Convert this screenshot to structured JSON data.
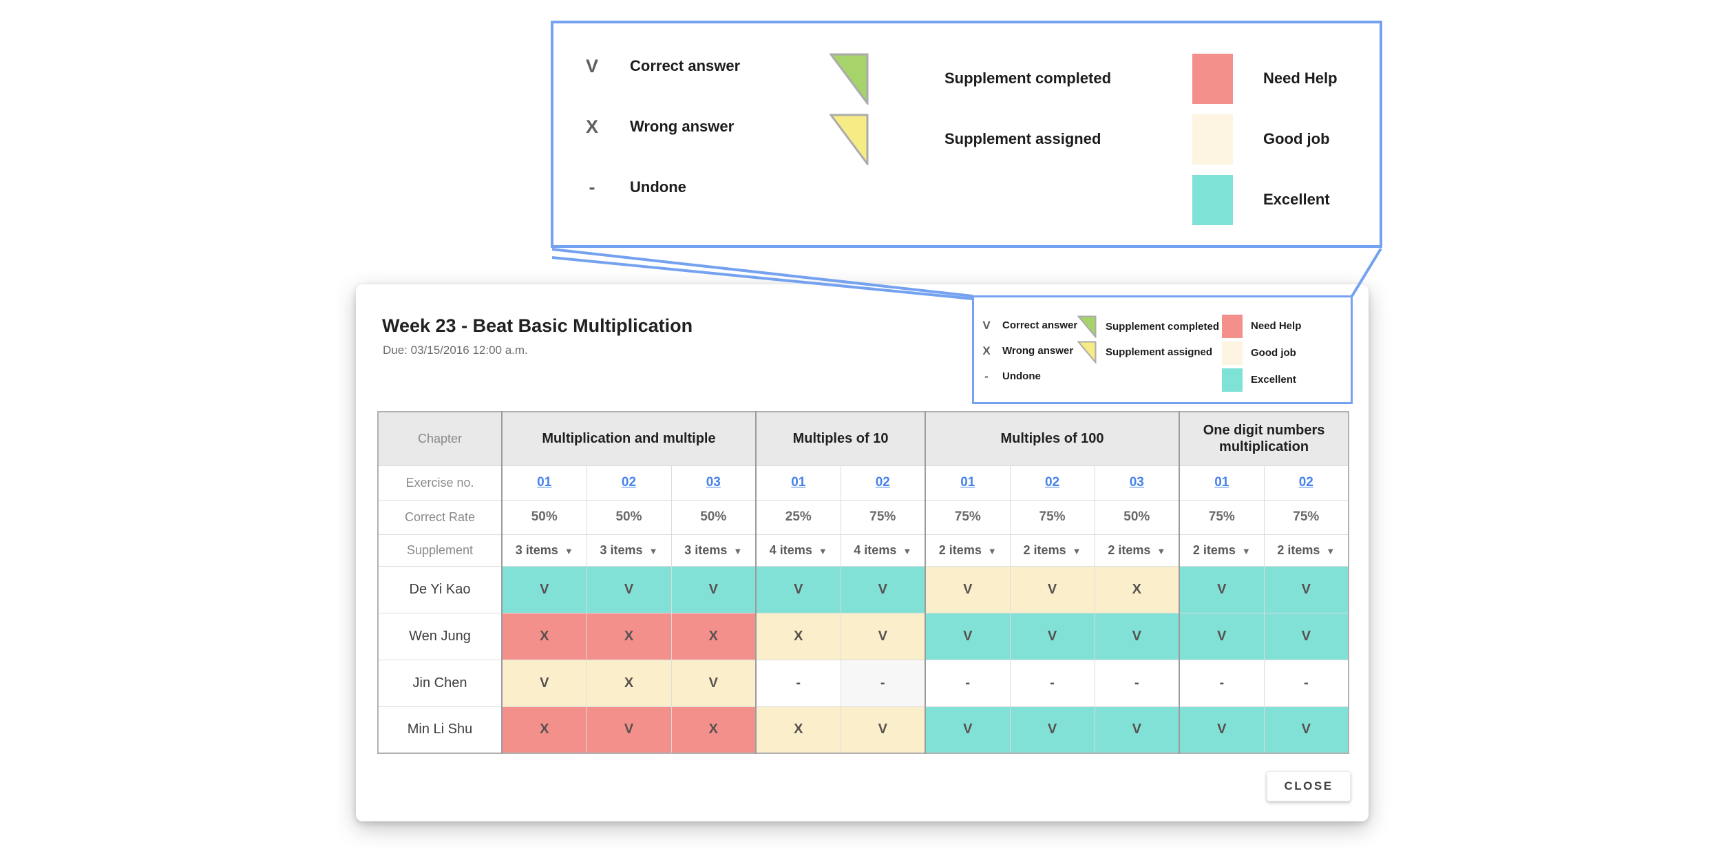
{
  "dialog": {
    "title": "Week 23 - Beat Basic Multiplication",
    "due": "Due: 03/15/2016 12:00 a.m.",
    "close_label": "CLOSE"
  },
  "legend": {
    "marks": [
      {
        "symbol": "V",
        "label": "Correct answer"
      },
      {
        "symbol": "X",
        "label": "Wrong answer"
      },
      {
        "symbol": "-",
        "label": "Undone"
      }
    ],
    "supplements": [
      {
        "label": "Supplement completed",
        "color": "#A6D36A"
      },
      {
        "label": "Supplement assigned",
        "color": "#F6EC86"
      }
    ],
    "statuses": [
      {
        "label": "Need Help",
        "color": "#F4908C"
      },
      {
        "label": "Good job",
        "color": "#FDF5E2"
      },
      {
        "label": "Excellent",
        "color": "#7FE2D6"
      }
    ]
  },
  "table": {
    "corner_label": "Chapter",
    "chapters": [
      {
        "label": "Multiplication and multiple",
        "columns": 3
      },
      {
        "label": "Multiples of 10",
        "columns": 2
      },
      {
        "label": "Multiples of 100",
        "columns": 3
      },
      {
        "label": "One digit numbers multiplication",
        "columns": 2
      }
    ],
    "row_labels": {
      "exercise": "Exercise no.",
      "rate": "Correct Rate",
      "supplement": "Supplement"
    },
    "exercise_numbers": [
      "01",
      "02",
      "03",
      "01",
      "02",
      "01",
      "02",
      "03",
      "01",
      "02"
    ],
    "correct_rates": [
      "50%",
      "50%",
      "50%",
      "25%",
      "75%",
      "75%",
      "75%",
      "50%",
      "75%",
      "75%"
    ],
    "supplement_items": [
      "3 items",
      "3 items",
      "3 items",
      "4 items",
      "4 items",
      "2 items",
      "2 items",
      "2 items",
      "2 items",
      "2 items"
    ],
    "students": [
      {
        "name": "De Yi Kao",
        "marks": [
          "V",
          "V",
          "V",
          "V",
          "V",
          "V",
          "V",
          "X",
          "V",
          "V"
        ],
        "status": [
          "excellent",
          "excellent",
          "excellent",
          "excellent",
          "excellent",
          "good",
          "good",
          "good",
          "excellent",
          "excellent"
        ]
      },
      {
        "name": "Wen Jung",
        "marks": [
          "X",
          "X",
          "X",
          "X",
          "V",
          "V",
          "V",
          "V",
          "V",
          "V"
        ],
        "status": [
          "need-help",
          "need-help",
          "need-help",
          "good",
          "good",
          "excellent",
          "excellent",
          "excellent",
          "excellent",
          "excellent"
        ]
      },
      {
        "name": "Jin Chen",
        "marks": [
          "V",
          "X",
          "V",
          "-",
          "-",
          "-",
          "-",
          "-",
          "-",
          "-"
        ],
        "status": [
          "good",
          "good",
          "good",
          "undone",
          "undone-alt",
          "undone",
          "undone",
          "undone",
          "undone",
          "undone"
        ]
      },
      {
        "name": "Min Li Shu",
        "marks": [
          "X",
          "V",
          "X",
          "X",
          "V",
          "V",
          "V",
          "V",
          "V",
          "V"
        ],
        "status": [
          "need-help",
          "need-help",
          "need-help",
          "good",
          "good",
          "excellent",
          "excellent",
          "excellent",
          "excellent",
          "excellent"
        ]
      }
    ]
  },
  "colors": {
    "legend_border_blue": "#74A2F0",
    "excellent_cell": "#82E1D7",
    "good_job_cell": "#FBEFCB",
    "need_help_cell": "#F4908C",
    "undone_alt_cell": "#F7F7F7",
    "header_gray": "#E9E9E9",
    "link_blue": "#4683EA"
  },
  "icons": {
    "dropdown": "▼"
  }
}
